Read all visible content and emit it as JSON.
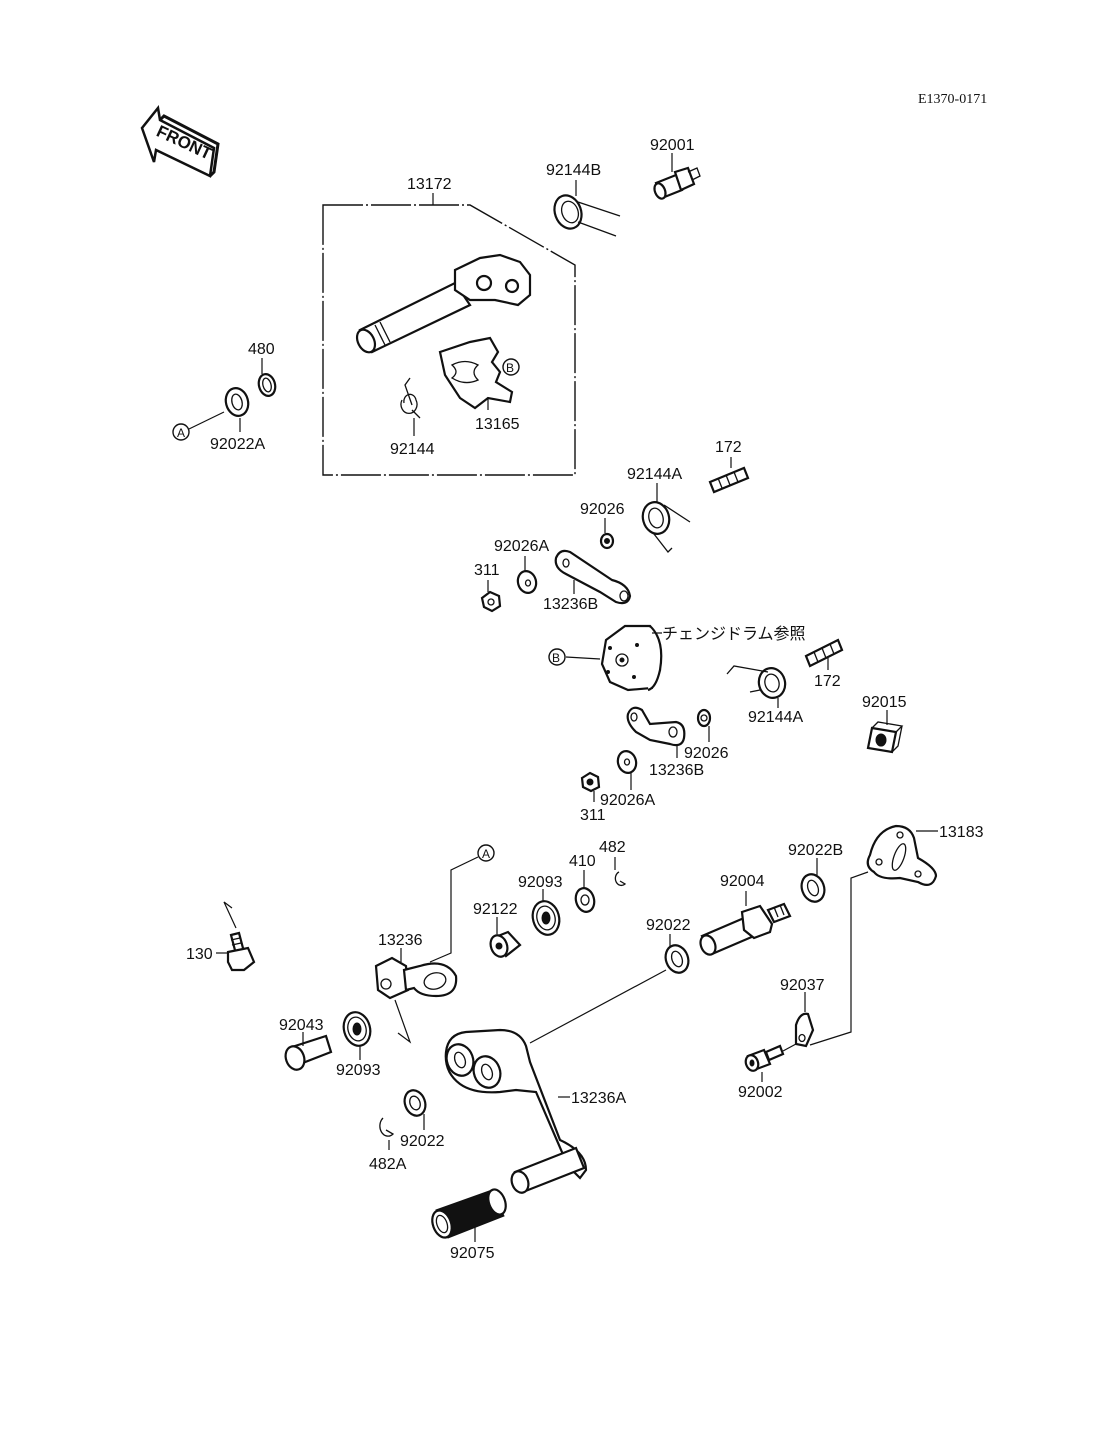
{
  "diagram_code": "E1370-0171",
  "front_arrow_label": "FRONT",
  "note_jp": "チェンジドラム参照",
  "refs": {
    "a": "A",
    "b": "B"
  },
  "parts": {
    "p13172": "13172",
    "p92144B": "92144B",
    "p92001": "92001",
    "p480": "480",
    "p92022A": "92022A",
    "p13165": "13165",
    "p92144": "92144",
    "p172_top": "172",
    "p92144A_top": "92144A",
    "p92026_top": "92026",
    "p92026A_top": "92026A",
    "p311_top": "311",
    "p13236B_top": "13236B",
    "p172_mid": "172",
    "p92144A_mid": "92144A",
    "p92015": "92015",
    "p92026_mid": "92026",
    "p13236B_mid": "13236B",
    "p92026A_mid": "92026A",
    "p311_mid": "311",
    "p13183": "13183",
    "p92022B": "92022B",
    "p482": "482",
    "p410": "410",
    "p92093_top": "92093",
    "p92004": "92004",
    "p92122": "92122",
    "p92022_mid": "92022",
    "p13236": "13236",
    "p130": "130",
    "p92037": "92037",
    "p92043": "92043",
    "p92093_bot": "92093",
    "p13236A": "13236A",
    "p92002": "92002",
    "p92022_bot": "92022",
    "p482A": "482A",
    "p92075": "92075"
  }
}
